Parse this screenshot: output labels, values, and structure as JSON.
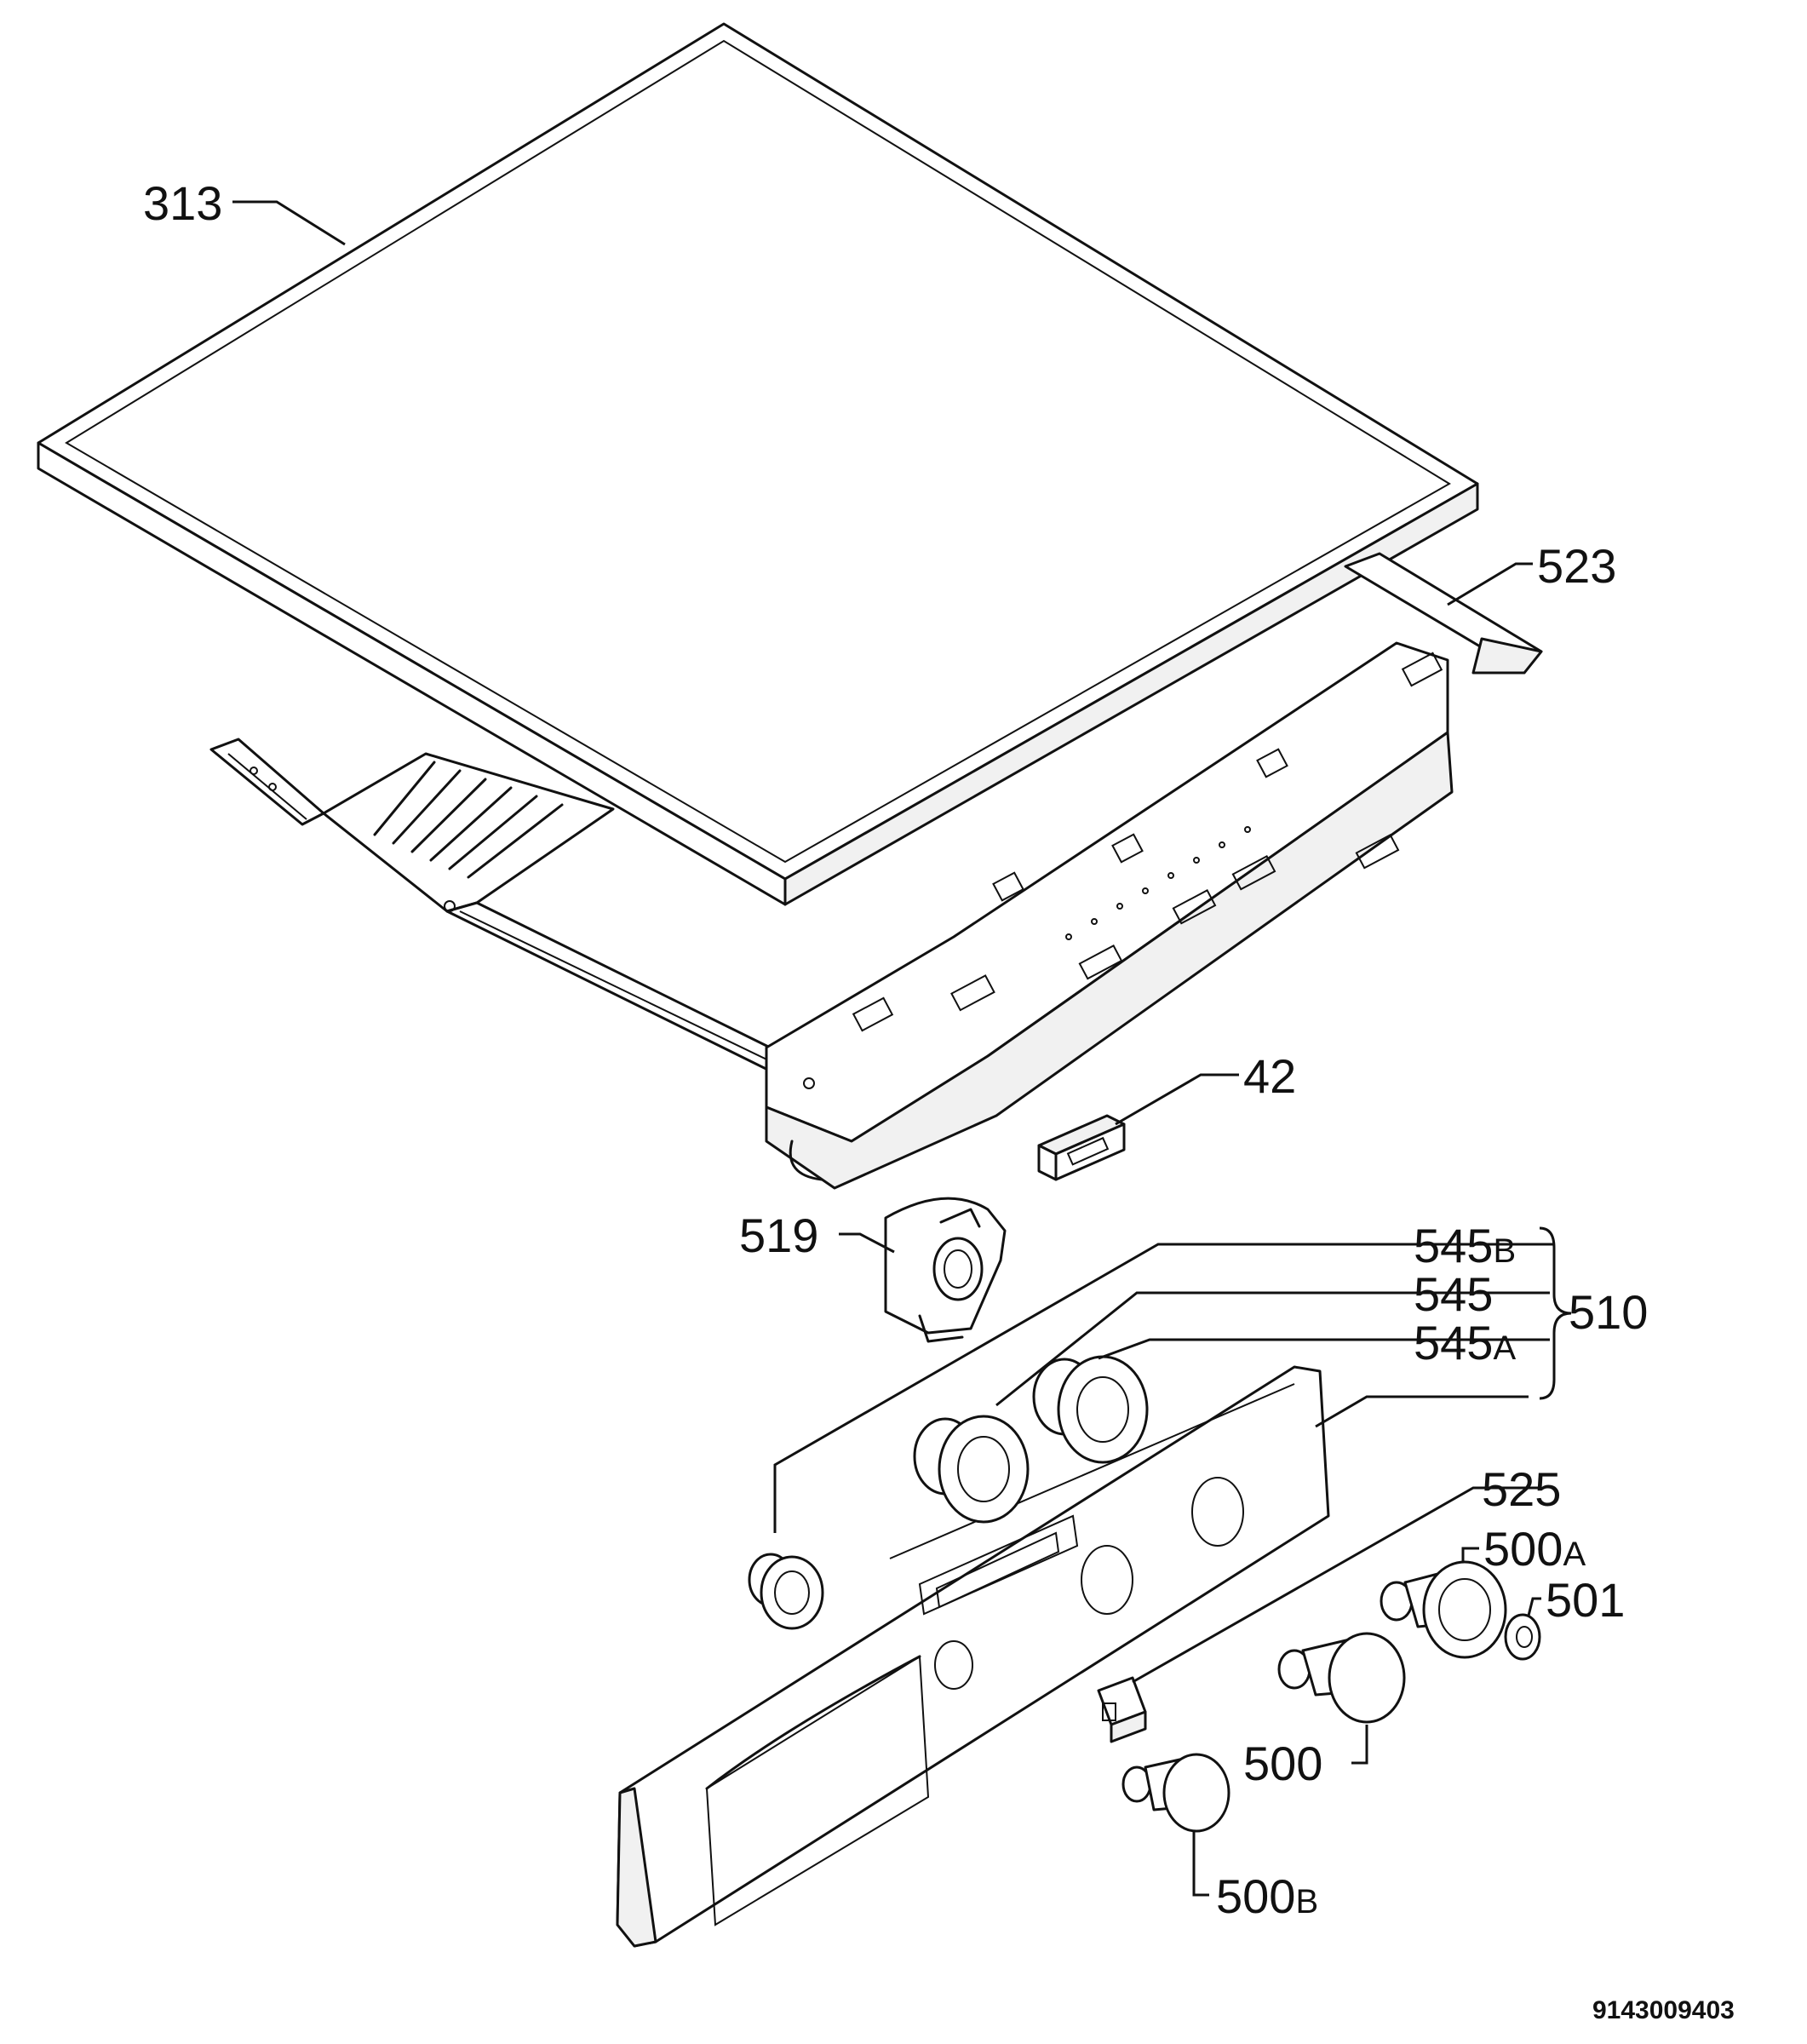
{
  "callouts": {
    "p313": "313",
    "p523": "523",
    "p42": "42",
    "p519": "519",
    "p545b": "545",
    "p545b_suffix": "B",
    "p545": "545",
    "p545a": "545",
    "p545a_suffix": "A",
    "p510": "510",
    "p525": "525",
    "p500a": "500",
    "p500a_suffix": "A",
    "p501": "501",
    "p500": "500",
    "p500b": "500",
    "p500b_suffix": "B"
  },
  "drawing_number": "9143009403"
}
